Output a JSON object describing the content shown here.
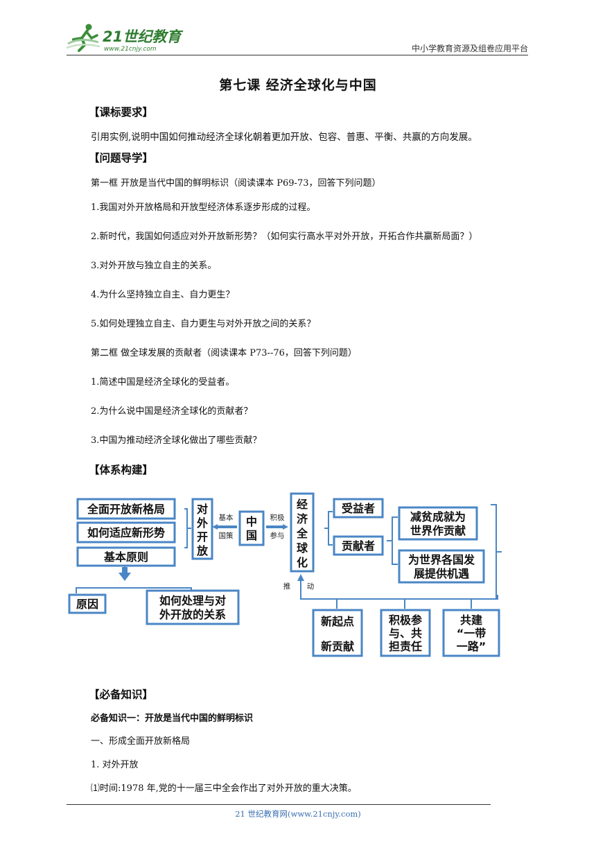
{
  "header": {
    "logo_text": "21世纪教育",
    "logo_url_text": "www.21cnjy.com",
    "platform": "中小学教育资源及组卷应用平台"
  },
  "title": "第七课  经济全球化与中国",
  "sections": {
    "kebiao": {
      "heading": "【课标要求】",
      "text": "引用实例,说明中国如何推动经济全球化朝着更加开放、包容、普惠、平衡、共赢的方向发展。"
    },
    "wenti": {
      "heading": "【问题导学】",
      "lines": [
        "第一框  开放是当代中国的鲜明标识（阅读课本 P69-73，回答下列问题）",
        "1.我国对外开放格局和开放型经济体系逐步形成的过程。",
        "2.新时代，我国如何适应对外开放新形势？（如何实行高水平对外开放，开拓合作共赢新局面？）",
        "3.对外开放与独立自主的关系。",
        "4.为什么坚持独立自主、自力更生？",
        "5.如何处理独立自主、自力更生与对外开放之间的关系？",
        "第二框  做全球发展的贡献者（阅读课本 P73--76，回答下列问题）",
        "1.简述中国是经济全球化的受益者。",
        "2.为什么说中国是经济全球化的贡献者？",
        "3.中国为推动经济全球化做出了哪些贡献？"
      ]
    },
    "tixi": {
      "heading": "【体系构建】"
    },
    "bibei": {
      "heading": "【必备知识】",
      "sub": "必备知识一：开放是当代中国的鲜明标识",
      "lines": [
        "一、形成全面开放新格局",
        "1. 对外开放",
        "⑴时间:1978 年,党的十一届三中全会作出了对外开放的重大决策。"
      ]
    }
  },
  "diagram": {
    "left_boxes": [
      "全面开放新格局",
      "如何适应新形势",
      "基本原则"
    ],
    "duiwai": [
      "对",
      "外",
      "开",
      "放"
    ],
    "zhongguo": [
      "中",
      "国"
    ],
    "jingji": [
      "经",
      "济",
      "全",
      "球",
      "化"
    ],
    "label_jiben": [
      "基本",
      "国策"
    ],
    "label_jiji": [
      "积极",
      "参与"
    ],
    "shouyi": "受益者",
    "gongxian": "贡献者",
    "contrib1": [
      "减贫成就为",
      "世界作贡献"
    ],
    "contrib2": [
      "为世界各国发",
      "展提供机遇"
    ],
    "yuanyin": "原因",
    "chuli": [
      "如何处理与对",
      "外开放的关系"
    ],
    "tuidong": [
      "推",
      "动"
    ],
    "bottom1": [
      "新起点",
      "新贡献"
    ],
    "bottom2": [
      "积极参",
      "与、共",
      "担责任"
    ],
    "bottom3": [
      "共建",
      "“一带",
      "一路”"
    ]
  },
  "footer": {
    "text": "21 世纪教育网(www.21cnjy.com)"
  },
  "colors": {
    "box_border": "#4a86c5",
    "logo_green": "#3b8f3a",
    "footer_link": "#3a6fb0"
  }
}
